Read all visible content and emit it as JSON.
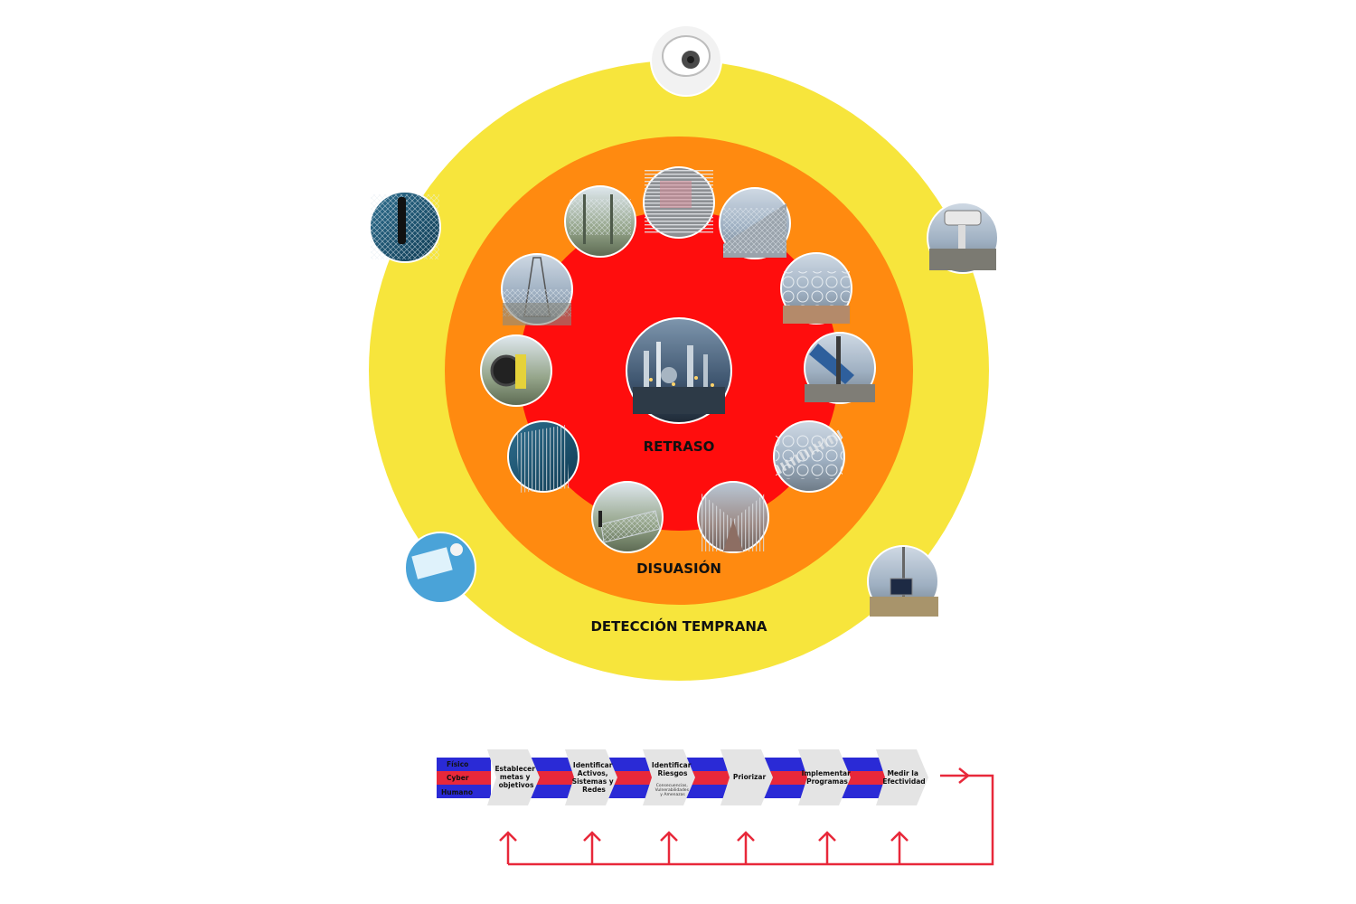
{
  "rings": {
    "outer_label": "DETECCIÓN TEMPRANA",
    "middle_label": "DISUASIÓN",
    "inner_label": "RETRASO",
    "colors": {
      "outer": "#f7e53c",
      "middle": "#ff8a10",
      "inner": "#ff0d0d"
    }
  },
  "photos": {
    "center": "refinery-photo",
    "inner_ring": [
      "fence-photo",
      "mesh-fence-photo",
      "razor-fence-photo",
      "razor-wire-photo",
      "barrier-gate-photo",
      "razor-coil-photo",
      "corridor-fence-photo",
      "gate-worker-photo",
      "panel-fence-photo",
      "cable-reel-photo",
      "substation-fence-photo"
    ],
    "outer_ring": [
      "dome-camera-photo",
      "thermal-camera-photo",
      "solar-sensor-photo",
      "control-room-photo",
      "fence-sensor-photo"
    ]
  },
  "process": {
    "bands": [
      "Físico",
      "Cyber",
      "Humano"
    ],
    "band_colors": {
      "blue": "#2a2ad6",
      "red": "#e8283a",
      "grey": "#e4e4e4"
    },
    "steps": [
      {
        "lines": [
          "Establecer",
          "metas y",
          "objetivos"
        ],
        "note": []
      },
      {
        "lines": [
          "Identificar",
          "Activos,",
          "Sistemas y",
          "Redes"
        ],
        "note": []
      },
      {
        "lines": [
          "Identificar",
          "Riesgos"
        ],
        "note": [
          "Consecuencias,",
          "Vulnerabilidades",
          "y Amenazas"
        ]
      },
      {
        "lines": [
          "Priorizar"
        ],
        "note": []
      },
      {
        "lines": [
          "Implementar",
          "Programas"
        ],
        "note": []
      },
      {
        "lines": [
          "Medir la",
          "Efectividad"
        ],
        "note": []
      }
    ],
    "feedback_color": "#e8283a"
  }
}
